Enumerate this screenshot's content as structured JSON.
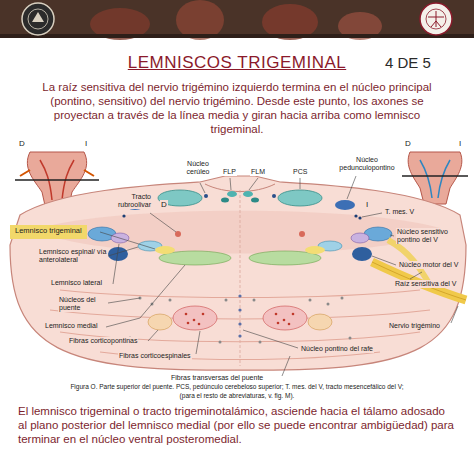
{
  "diagram": {
    "title": "LEMNISCOS TRIGEMINAL",
    "caption": "Figura O. Parte superior del puente. PCS, pedúnculo cerebeloso superior; T. mes. del V, tracto mesencefálico del V;",
    "nodes": [
      {
        "text": [
          "Lemnisco trigeminal"
        ]
      }
    ],
    "labels": [
      "4 DE 5",
      "La raíz sensitiva del nervio trigémino izquierdo termina en el núcleo principal (pontino, sensitivo) del nervio trigémino. Desde este punto, los axones se proyectan a través de la línea media y giran hacia arriba como lemnisco trigeminal.",
      "D",
      "I",
      "D",
      "I",
      "Núcleo cerúleo",
      "FLP",
      "FLM",
      "PCS",
      "Núcleo pedunculopontino",
      "Tracto rubroolivar",
      "D",
      "I",
      "T. mes. V",
      "Núcleo sensitivo pontino del V",
      "Lemnisco espinal/ vía anterolateral",
      "Núcleo motor del V",
      "Raíz sensitiva del V",
      "Lemnisco lateral",
      "Núcleos del puente",
      "Nervio trigémino",
      "Lemnisco medial",
      "Fibras corticopontinas",
      "Núcleo pontino del rafe",
      "Fibras corticoespinales",
      "Fibras transversas del puente",
      "(para el resto de abreviaturas, v. fig. M).",
      "El lemnisco trigeminal o tracto trigeminotalámico, asciende hacia el tálamo adosado al plano posterior del lemnisco medial (por ello se puede encontrar ambigüedad) para terminar en el núcleo ventral posteromedial."
    ]
  }
}
